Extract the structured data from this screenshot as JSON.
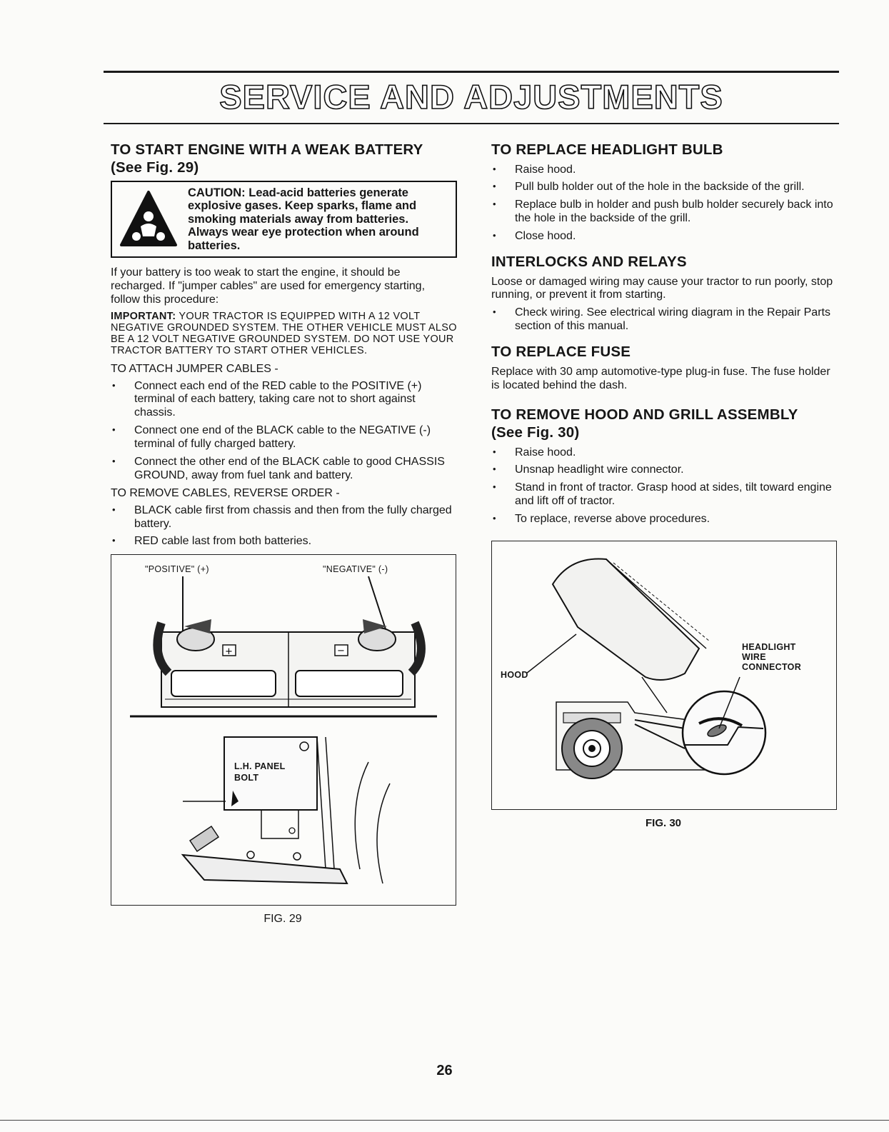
{
  "page": {
    "title": "SERVICE AND ADJUSTMENTS",
    "page_number": "26"
  },
  "left": {
    "heading": "TO START ENGINE WITH A WEAK BATTERY",
    "heading_sub": "(See Fig. 29)",
    "caution": "CAUTION: Lead-acid batteries generate explosive gases. Keep sparks, flame and smoking materials away from batteries. Always wear eye protection when around batteries.",
    "intro": "If your battery is too weak to start the engine, it should be recharged. If \"jumper cables\" are used for emergency starting, follow this procedure:",
    "important_label": "IMPORTANT:",
    "important_text": "YOUR TRACTOR IS EQUIPPED WITH A 12 VOLT NEGATIVE GROUNDED SYSTEM. THE OTHER VEHICLE MUST ALSO BE A 12 VOLT NEGATIVE GROUNDED SYSTEM. DO NOT USE YOUR TRACTOR BATTERY TO START OTHER VEHICLES.",
    "attach_heading": "TO ATTACH JUMPER CABLES -",
    "attach_steps": [
      "Connect each end of the RED cable to the POSITIVE (+) terminal of each battery, taking care not to short against chassis.",
      "Connect one end of the BLACK cable to the NEGATIVE (-) terminal of fully charged battery.",
      "Connect the other end of the BLACK cable to good CHASSIS GROUND, away from fuel tank and battery."
    ],
    "remove_heading": "TO REMOVE CABLES, REVERSE ORDER -",
    "remove_steps": [
      "BLACK cable first from chassis and then from the fully charged battery.",
      "RED cable last from both batteries."
    ],
    "figure": {
      "label_positive": "\"POSITIVE\" (+)",
      "label_negative": "\"NEGATIVE\" (-)",
      "label_panel_line1": "L.H. PANEL",
      "label_panel_line2": "BOLT",
      "caption": "FIG. 29"
    }
  },
  "right": {
    "headlight": {
      "heading": "TO REPLACE HEADLIGHT BULB",
      "steps": [
        "Raise hood.",
        "Pull bulb holder out of the hole in the backside of the grill.",
        "Replace bulb in holder and push bulb holder securely back into the hole in the backside of the grill.",
        "Close hood."
      ]
    },
    "interlocks": {
      "heading": "INTERLOCKS AND RELAYS",
      "text": "Loose or damaged wiring may cause your tractor to run poorly, stop running, or prevent it from starting.",
      "steps": [
        "Check wiring. See electrical wiring diagram in the Repair Parts section of this manual."
      ]
    },
    "fuse": {
      "heading": "TO REPLACE FUSE",
      "text": "Replace with 30 amp automotive-type plug-in fuse. The fuse holder is located behind the dash."
    },
    "hood": {
      "heading": "TO REMOVE HOOD AND GRILL ASSEMBLY",
      "heading_sub": "(See Fig. 30)",
      "steps": [
        "Raise hood.",
        "Unsnap headlight wire connector.",
        "Stand in front of tractor. Grasp hood at sides, tilt toward engine and lift off of tractor.",
        "To replace, reverse above procedures."
      ]
    },
    "figure": {
      "label_hood": "HOOD",
      "label_conn_line1": "HEADLIGHT",
      "label_conn_line2": "WIRE",
      "label_conn_line3": "CONNECTOR",
      "caption": "FIG. 30"
    }
  }
}
